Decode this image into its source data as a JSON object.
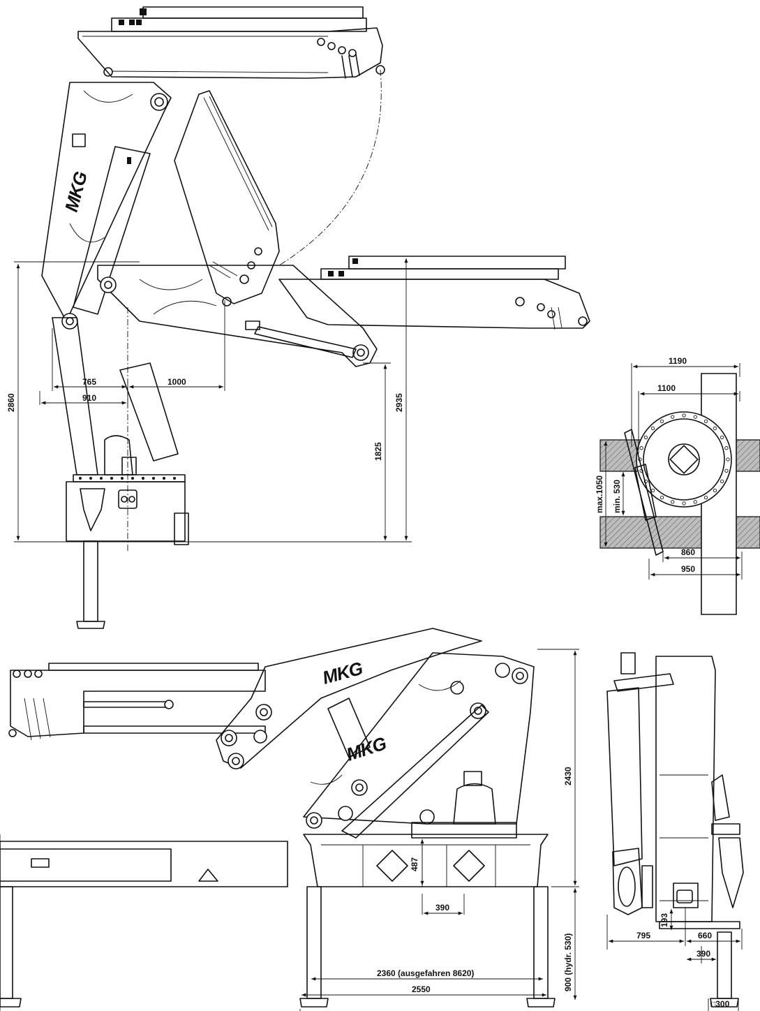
{
  "brand": {
    "logo_text": "MKG"
  },
  "dimensions": {
    "d765": "765",
    "d910": "910",
    "d1000": "1000",
    "d2860": "2860",
    "d2935": "2935",
    "d1825": "1825",
    "d1190": "1190",
    "d1100": "1100",
    "dmax1050": "max.1050",
    "dmin530": "min. 530",
    "d860": "860",
    "d950": "950",
    "d2430": "2430",
    "d487": "487",
    "d390a": "390",
    "d900": "900 (hydr. 530)",
    "d2360": "2360 (ausgefahren 8620)",
    "d2550": "2550",
    "d193": "193",
    "d795": "795",
    "d660": "660",
    "d390b": "390",
    "d300": "□300"
  }
}
